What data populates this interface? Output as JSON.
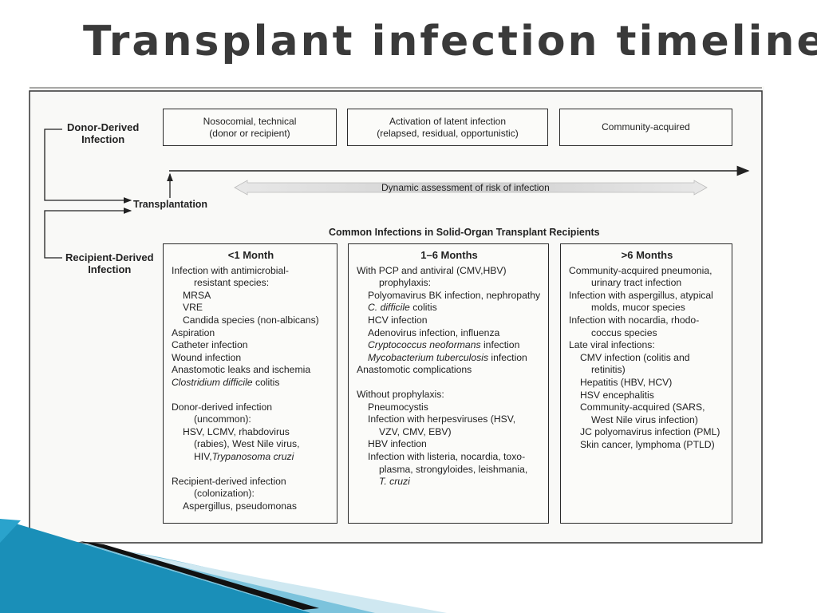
{
  "title": "Transplant infection timeline",
  "labels": {
    "donor_derived": [
      "Donor-Derived",
      "Infection"
    ],
    "recipient_derived": [
      "Recipient-Derived",
      "Infection"
    ],
    "transplantation": "Transplantation",
    "dynamic_assessment": "Dynamic assessment of risk of infection",
    "common_infections": "Common Infections in Solid-Organ Transplant Recipients"
  },
  "top_boxes": [
    {
      "lines": [
        "Nosocomial, technical",
        "(donor or recipient)"
      ]
    },
    {
      "lines": [
        "Activation of latent infection",
        "(relapsed, residual, opportunistic)"
      ]
    },
    {
      "lines": [
        "Community-acquired"
      ]
    }
  ],
  "columns": [
    {
      "heading": "<1 Month",
      "items": [
        {
          "text": "Infection with antimicrobial-",
          "indent": 0
        },
        {
          "text": "resistant species:",
          "indent": 2
        },
        {
          "text": "MRSA",
          "indent": 1
        },
        {
          "text": "VRE",
          "indent": 1
        },
        {
          "text": "Candida species (non-albicans)",
          "indent": 1
        },
        {
          "text": "Aspiration",
          "indent": 0
        },
        {
          "text": "Catheter infection",
          "indent": 0
        },
        {
          "text": "Wound infection",
          "indent": 0
        },
        {
          "text": "Anastomotic leaks and ischemia",
          "indent": 0
        },
        {
          "text": "Clostridium difficile colitis",
          "indent": 0
        },
        {
          "text": "",
          "indent": 0,
          "gap": true
        },
        {
          "text": "Donor-derived infection",
          "indent": 0
        },
        {
          "text": "(uncommon):",
          "indent": 2
        },
        {
          "text": "HSV, LCMV, rhabdovirus",
          "indent": 1
        },
        {
          "text": "(rabies), West Nile virus,",
          "indent": 2
        },
        {
          "text": "HIV,Trypanosoma cruzi",
          "indent": 2
        },
        {
          "text": "",
          "indent": 0,
          "gap": true
        },
        {
          "text": "Recipient-derived infection",
          "indent": 0
        },
        {
          "text": "(colonization):",
          "indent": 2
        },
        {
          "text": "Aspergillus, pseudomonas",
          "indent": 1
        }
      ]
    },
    {
      "heading": "1–6 Months",
      "items": [
        {
          "text": "With PCP and antiviral (CMV,HBV)",
          "indent": 0
        },
        {
          "text": "prophylaxis:",
          "indent": 2
        },
        {
          "text": "Polyomavirus BK infection, nephropathy",
          "indent": 1
        },
        {
          "text": "C. difficile colitis",
          "indent": 1
        },
        {
          "text": "HCV infection",
          "indent": 1
        },
        {
          "text": "Adenovirus infection, influenza",
          "indent": 1
        },
        {
          "text": "Cryptococcus neoformans infection",
          "indent": 1
        },
        {
          "text": "Mycobacterium tuberculosis infection",
          "indent": 1
        },
        {
          "text": "Anastomotic complications",
          "indent": 0
        },
        {
          "text": "",
          "indent": 0,
          "gap": true
        },
        {
          "text": "Without prophylaxis:",
          "indent": 0
        },
        {
          "text": "Pneumocystis",
          "indent": 1
        },
        {
          "text": "Infection with herpesviruses (HSV,",
          "indent": 1
        },
        {
          "text": "VZV, CMV, EBV)",
          "indent": 2
        },
        {
          "text": "HBV infection",
          "indent": 1
        },
        {
          "text": "Infection with listeria, nocardia, toxo-",
          "indent": 1
        },
        {
          "text": "plasma, strongyloides, leishmania,",
          "indent": 2
        },
        {
          "text": "T. cruzi",
          "indent": 2
        }
      ]
    },
    {
      "heading": ">6 Months",
      "items": [
        {
          "text": "Community-acquired pneumonia,",
          "indent": 0
        },
        {
          "text": "urinary tract infection",
          "indent": 2
        },
        {
          "text": "Infection with aspergillus, atypical",
          "indent": 0
        },
        {
          "text": "molds, mucor species",
          "indent": 2
        },
        {
          "text": "Infection with nocardia, rhodo-",
          "indent": 0
        },
        {
          "text": "coccus species",
          "indent": 2
        },
        {
          "text": "Late viral infections:",
          "indent": 0
        },
        {
          "text": "CMV infection (colitis and",
          "indent": 1
        },
        {
          "text": "retinitis)",
          "indent": 2
        },
        {
          "text": "Hepatitis (HBV, HCV)",
          "indent": 1
        },
        {
          "text": "HSV encephalitis",
          "indent": 1
        },
        {
          "text": "Community-acquired (SARS,",
          "indent": 1
        },
        {
          "text": "West Nile virus infection)",
          "indent": 2
        },
        {
          "text": "JC polyomavirus infection (PML)",
          "indent": 1
        },
        {
          "text": "Skin cancer, lymphoma (PTLD)",
          "indent": 1
        }
      ]
    }
  ],
  "colors": {
    "title": "#3a3a3a",
    "line": "#222222",
    "band_teal": "#1a8fb8",
    "band_light": "#bfe2ef"
  }
}
